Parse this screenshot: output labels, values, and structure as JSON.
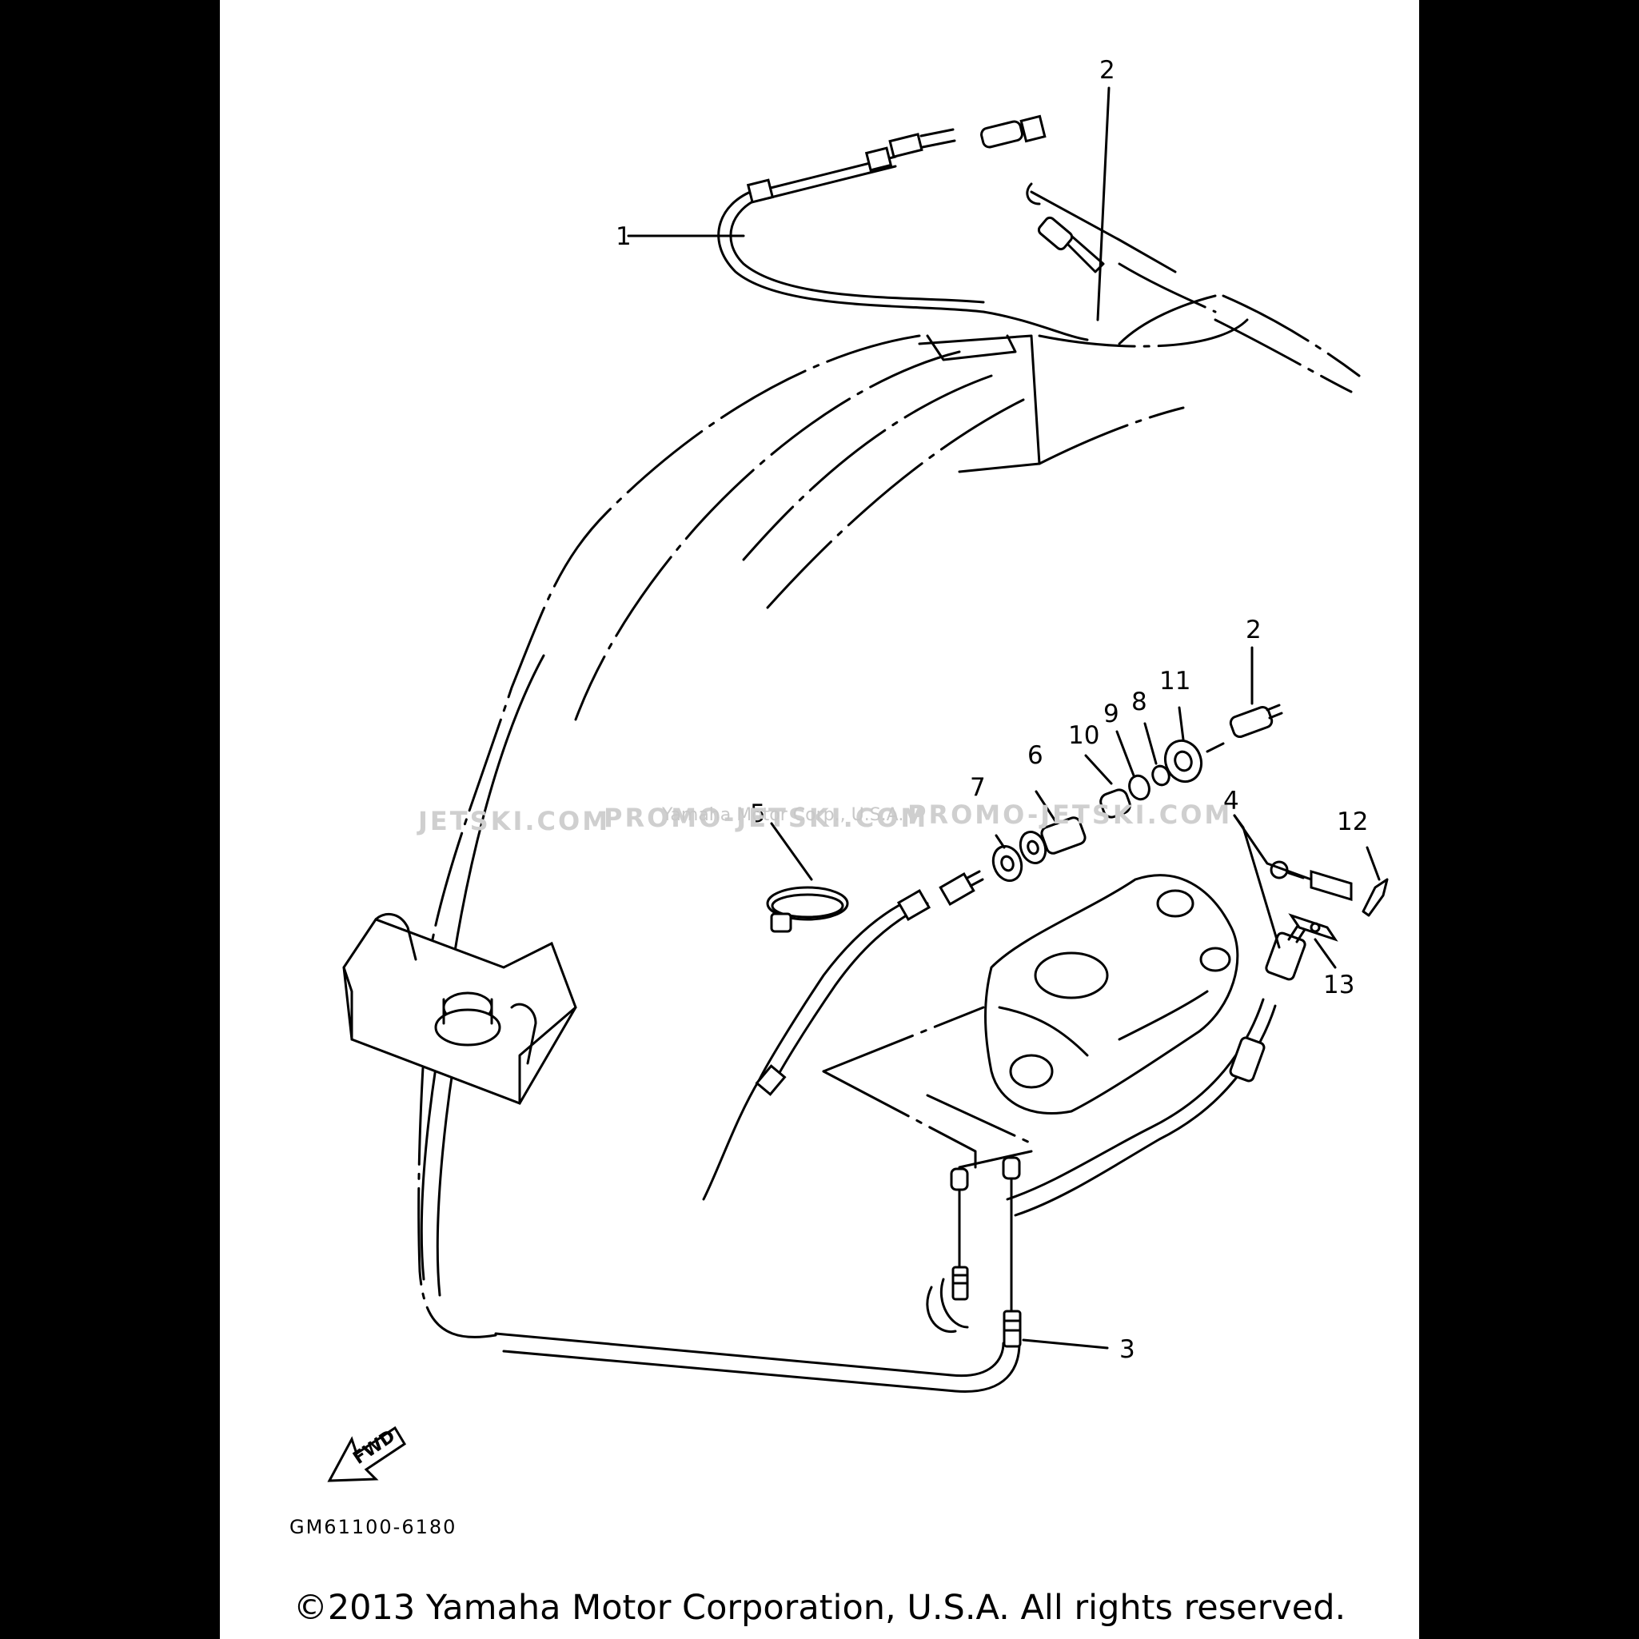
{
  "diagram": {
    "callouts": [
      "1",
      "2",
      "2",
      "3",
      "4",
      "5",
      "6",
      "7",
      "8",
      "9",
      "10",
      "11",
      "12",
      "13"
    ],
    "direction_label": "FWD",
    "drawing_code": "GM61100-6180",
    "watermarks": [
      "JETSKI.COM",
      "PROMO-JETSKI.COM",
      "PROMO-JETSKI.COM"
    ],
    "watermark_small": "Yamaha Motor Corp., U.S.A.",
    "copyright": "©2013 Yamaha Motor Corporation, U.S.A. All rights reserved."
  }
}
